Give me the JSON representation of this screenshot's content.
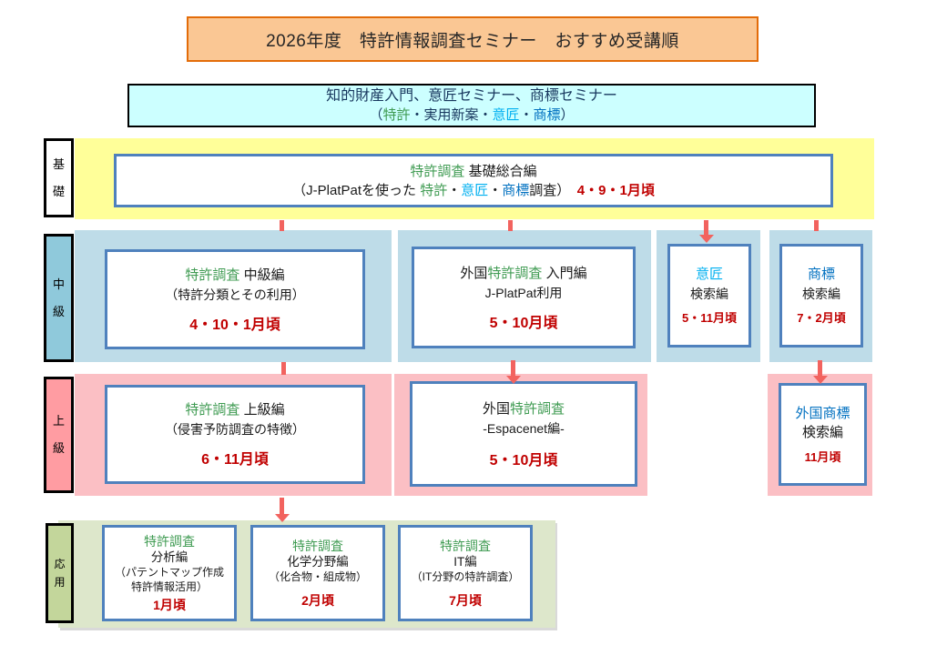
{
  "colors": {
    "green": "#3F9B52",
    "red": "#C00000",
    "blue": "#0070C0",
    "lightblue": "#00B0F0",
    "navy": "#17375E",
    "arrow": "#F2635F",
    "title-fill": "#FAC794",
    "title-border": "#E36C09",
    "cyan-fill": "#CCFFFF",
    "yellow-band": "#FFFF99",
    "blue-band": "#BEDCE8",
    "blue-label": "#8FC9DB",
    "pink-band": "#FBBFC4",
    "pink-label": "#FF9CA2",
    "green-band": "#DDE7CB",
    "green-label": "#C3D69B",
    "box-border": "#4F81BD"
  },
  "title": "2026年度　特許情報調査セミナー　おすすめ受講順",
  "intro": {
    "line1": "知的財産入門、意匠セミナー、商標セミナー",
    "line2": [
      {
        "t": "（"
      },
      {
        "t": "特許",
        "c": "green"
      },
      {
        "t": "・実用新案・"
      },
      {
        "t": "意匠",
        "c": "lightblue"
      },
      {
        "t": "・"
      },
      {
        "t": "商標",
        "c": "blue"
      },
      {
        "t": "）"
      }
    ]
  },
  "row_labels": {
    "basic": "基礎",
    "intermediate": "中級",
    "advanced": "上級",
    "applied": "応用"
  },
  "basic": {
    "title": [
      {
        "t": "特許調査 ",
        "c": "green"
      },
      {
        "t": "基礎総合編"
      }
    ],
    "subtitle": [
      {
        "t": "（J-PlatPatを使った "
      },
      {
        "t": "特許",
        "c": "green"
      },
      {
        "t": "・"
      },
      {
        "t": "意匠",
        "c": "lightblue"
      },
      {
        "t": "・"
      },
      {
        "t": "商標",
        "c": "blue"
      },
      {
        "t": "調査）"
      },
      {
        "t": "　4・9・1月頃",
        "c": "red"
      }
    ]
  },
  "intermediate": {
    "box1": {
      "title": [
        {
          "t": "特許調査 ",
          "c": "green"
        },
        {
          "t": "中級編"
        }
      ],
      "sub": "（特許分類とその利用）",
      "date": "4・10・1月頃"
    },
    "box2": {
      "title": [
        {
          "t": "外国"
        },
        {
          "t": "特許調査",
          "c": "green"
        },
        {
          "t": " 入門編"
        }
      ],
      "sub": "J-PlatPat利用",
      "date": "5・10月頃"
    },
    "box3": {
      "title": [
        {
          "t": "意匠",
          "c": "lightblue"
        }
      ],
      "sub": "検索編",
      "date": "5・11月頃"
    },
    "box4": {
      "title": [
        {
          "t": "商標",
          "c": "blue"
        }
      ],
      "sub": "検索編",
      "date": "7・2月頃"
    }
  },
  "advanced": {
    "box1": {
      "title": [
        {
          "t": "特許調査 ",
          "c": "green"
        },
        {
          "t": "上級編"
        }
      ],
      "sub": "（侵害予防調査の特徴）",
      "date": "6・11月頃"
    },
    "box2": {
      "title": [
        {
          "t": "外国"
        },
        {
          "t": "特許調査",
          "c": "green"
        }
      ],
      "sub": "-Espacenet編-",
      "date": "5・10月頃"
    },
    "box3": {
      "title": [
        {
          "t": "外国商標",
          "c": "blue"
        }
      ],
      "sub": "検索編",
      "date": "11月頃"
    }
  },
  "applied": {
    "box1": {
      "title": [
        {
          "t": "特許調査",
          "c": "green"
        }
      ],
      "name": "分析編",
      "paren1": "（パテントマップ作成",
      "paren2": "特許情報活用）",
      "date": "1月頃"
    },
    "box2": {
      "title": [
        {
          "t": "特許調査",
          "c": "green"
        }
      ],
      "name": "化学分野編",
      "paren1": "（化合物・組成物）",
      "date": "2月頃"
    },
    "box3": {
      "title": [
        {
          "t": "特許調査",
          "c": "green"
        }
      ],
      "name": "IT編",
      "paren1": "（IT分野の特許調査）",
      "date": "7月頃"
    }
  }
}
